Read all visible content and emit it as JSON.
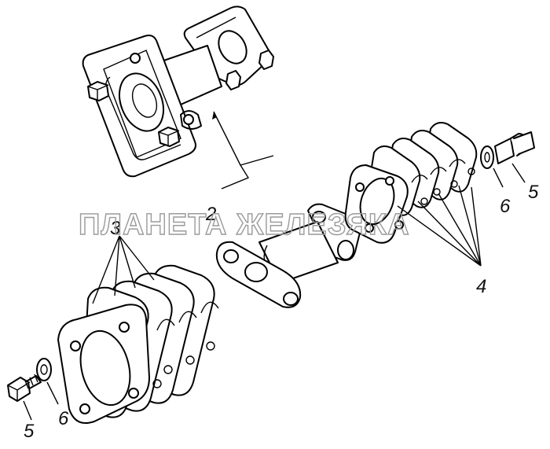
{
  "watermark": "ПЛАНЕТА ЖЕЛЕЗЯКА",
  "labels": {
    "part2": "2",
    "part3": "3",
    "part4": "4",
    "part5_right": "5",
    "part6_right": "6",
    "part5_left": "5",
    "part6_left": "6"
  }
}
